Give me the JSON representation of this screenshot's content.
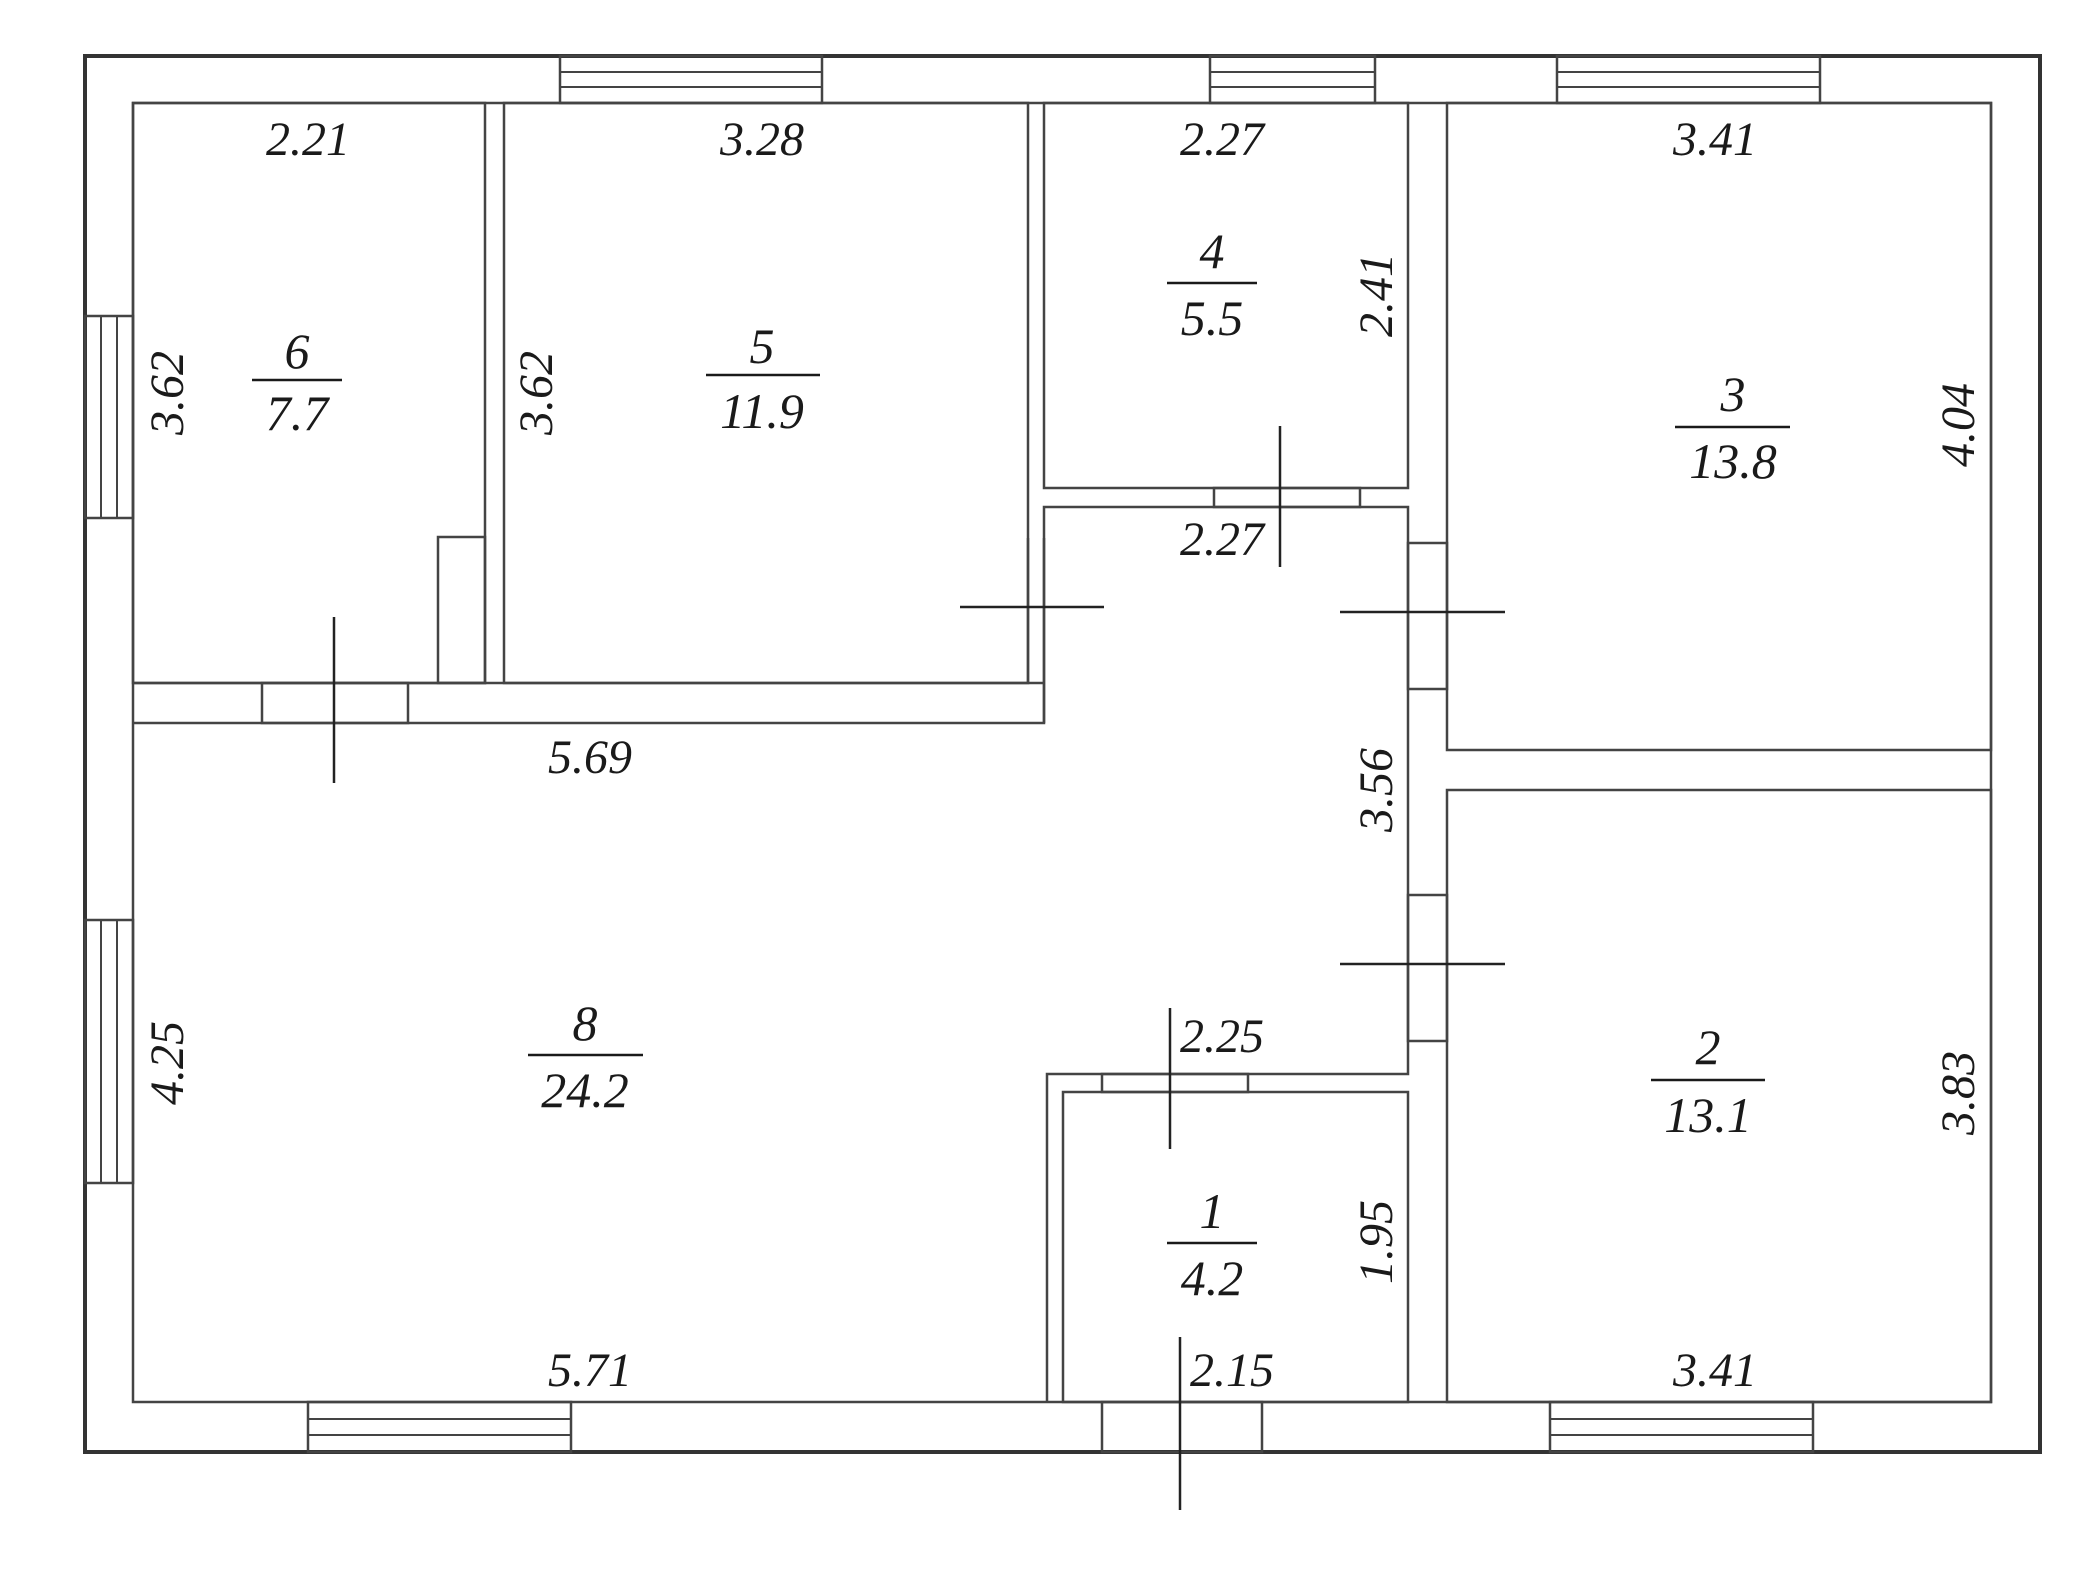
{
  "rooms": [
    {
      "id": "1",
      "number": "1",
      "area": "4.2"
    },
    {
      "id": "2",
      "number": "2",
      "area": "13.1"
    },
    {
      "id": "3",
      "number": "3",
      "area": "13.8"
    },
    {
      "id": "4",
      "number": "4",
      "area": "5.5"
    },
    {
      "id": "5",
      "number": "5",
      "area": "11.9"
    },
    {
      "id": "6",
      "number": "6",
      "area": "7.7"
    },
    {
      "id": "8",
      "number": "8",
      "area": "24.2"
    }
  ],
  "dimensions": {
    "room6_top": "2.21",
    "room6_left": "3.62",
    "room5_top": "3.28",
    "room5_left": "3.62",
    "room4_top": "2.27",
    "room4_right": "2.41",
    "hall_top": "2.27",
    "room3_top": "3.41",
    "room3_right": "4.04",
    "room8_top": "5.69",
    "hall_right": "3.56",
    "room8_left": "4.25",
    "room8_bottom": "5.71",
    "room1_top": "2.25",
    "room1_right": "1.95",
    "room1_bottom": "2.15",
    "room2_right": "3.83",
    "room2_bottom": "3.41"
  }
}
